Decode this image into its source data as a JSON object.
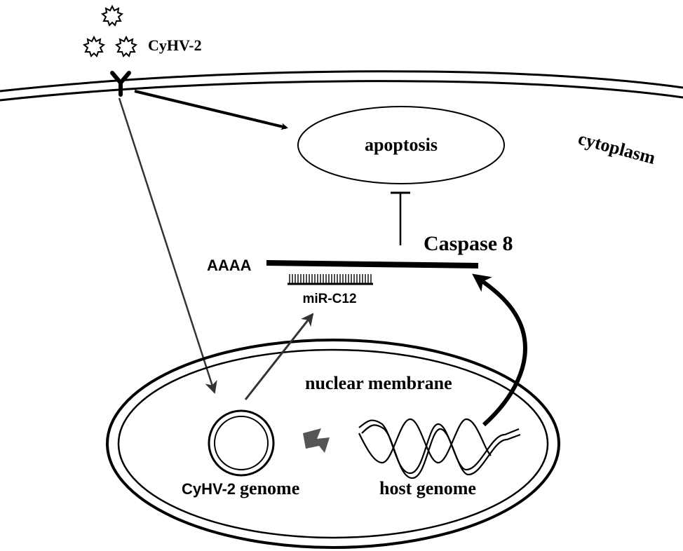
{
  "labels": {
    "virus": "CyHV-2",
    "apoptosis": "apoptosis",
    "cytoplasm": "cytoplasm",
    "caspase": "Caspase 8",
    "polya": "AAAA",
    "mirna": "miR-C12",
    "nuclear_membrane": "nuclear membrane",
    "viral_genome": "CyHV-2 genome",
    "host_genome": "host genome"
  },
  "colors": {
    "ink": "#000000",
    "background": "#ffffff",
    "thin_arrow": "#333333",
    "lightning": "#555555"
  }
}
